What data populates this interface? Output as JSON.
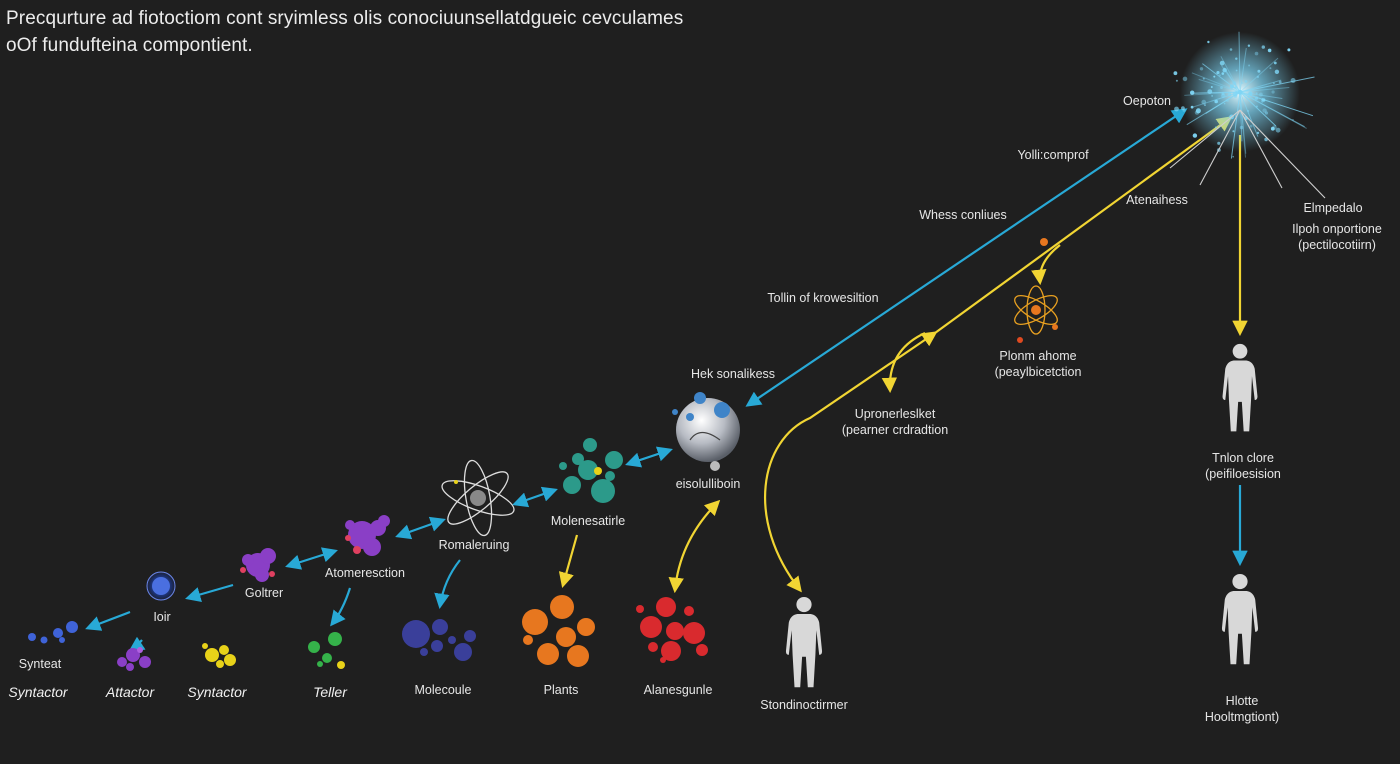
{
  "title": {
    "line1": "Precqurture ad fiotoctiom cont sryimless olis conociuunsellatdgueic cevculames",
    "line2": "oOf fundufteina compontient."
  },
  "labels": {
    "syntext": "Synteat",
    "syntactor_left": "Syntactor",
    "attractor": "Attactor",
    "syntactor_mid": "Syntactor",
    "teller": "Teller",
    "molecule": "Molecoule",
    "plants": "Plants",
    "alanesgunle": "Alanesgunle",
    "standmoctimer": "Stondinoctirmer",
    "ioir": "Ioir",
    "goltrer": "Goltrer",
    "atomeresction": "Atomeresction",
    "romaleruing": "Romaleruing",
    "molanesabrie": "Molenesatirle",
    "elsolullibon": "eisolulliboin",
    "hek_sonalikess": "Hek sonalikess",
    "upronerlasket_1": "Upronerleslket",
    "upronerlasket_2": "(pearner crdradtion",
    "tollin": "Tollin of krowesiltion",
    "whess": "Whess conliues",
    "yolli": "Yolli:comprof",
    "oepoton": "Oepoton",
    "atenaihess": "Atenaihess",
    "elmpedalo": "Elmpedalo",
    "ilpoh_1": "Ilpoh onportione",
    "ilpoh_2": "(pectilocotiirn)",
    "plonm_1": "Plonm ahome",
    "plonm_2": "(peaylbicetction",
    "tnlon_1": "Tnlon clore",
    "tnlon_2": "(peifiloesision",
    "hlotte_1": "Hlotte",
    "hlotte_2": "Hooltmgtiont)"
  },
  "colors": {
    "background": "#1f1f1f",
    "cyan_arrow": "#28a9d6",
    "yellow_arrow": "#f1d533",
    "blue_particle": "#3f63d8",
    "purple_particle": "#8a3fc6",
    "yellow_particle": "#e8d219",
    "green_particle": "#35b24a",
    "navy_particle": "#3a3f9a",
    "orange_particle": "#e7771f",
    "red_particle": "#d92a2e",
    "teal_particle": "#2c9a8a",
    "silhouette": "#d8d8d8",
    "starburst": "#7fd6f5"
  },
  "icons": [
    "atom-icon",
    "human-silhouette-icon",
    "starburst-icon",
    "molecule-cluster-icon"
  ]
}
